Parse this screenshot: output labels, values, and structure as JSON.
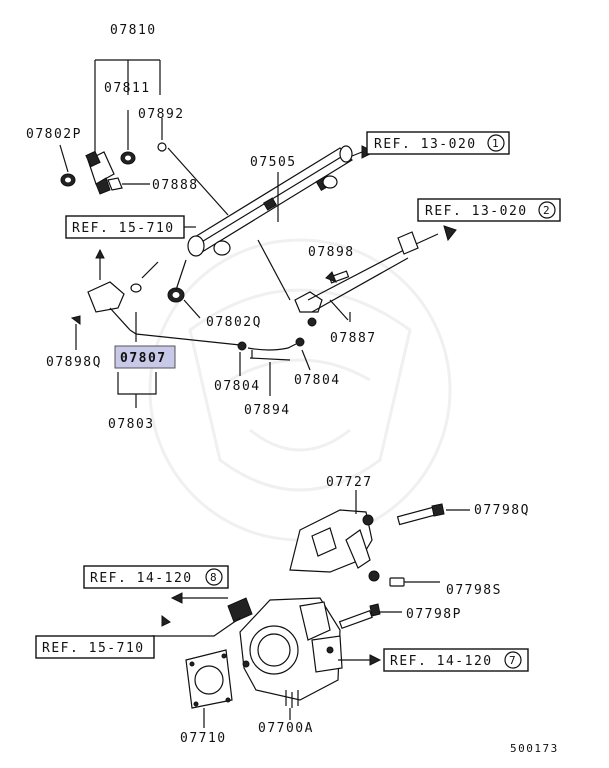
{
  "parts": {
    "p07810": "07810",
    "p07811": "07811",
    "p07892": "07892",
    "p07802P": "07802P",
    "p07888": "07888",
    "p07505": "07505",
    "p07898": "07898",
    "p07887": "07887",
    "p07802Q": "07802Q",
    "p07898Q": "07898Q",
    "p07807": "07807",
    "p07803": "07803",
    "p07804a": "07804",
    "p07804b": "07804",
    "p07894": "07894",
    "p07727": "07727",
    "p07798Q": "07798Q",
    "p07798S": "07798S",
    "p07798P": "07798P",
    "p07710": "07710",
    "p07700A": "07700A"
  },
  "refs": {
    "ref_13_020_1": {
      "text": "REF. 13-020",
      "num": "1"
    },
    "ref_13_020_2": {
      "text": "REF. 13-020",
      "num": "2"
    },
    "ref_15_710_top": {
      "text": "REF. 15-710"
    },
    "ref_14_120_8": {
      "text": "REF. 14-120",
      "num": "8"
    },
    "ref_15_710_bottom": {
      "text": "REF. 15-710"
    },
    "ref_14_120_7": {
      "text": "REF. 14-120",
      "num": "7"
    }
  },
  "diagram_id": "500173",
  "colors": {
    "highlight": "#c8c8e8",
    "ink": "#111111"
  }
}
